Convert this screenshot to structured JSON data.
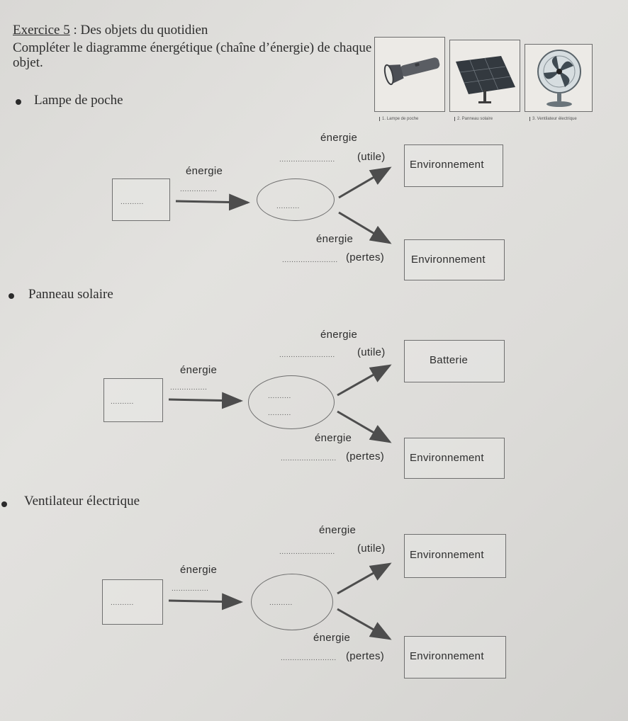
{
  "header": {
    "exercise_label": "Exercice 5",
    "exercise_title": " : Des objets du quotidien",
    "instruction": "Compléter le diagramme énergétique (chaîne d’énergie) de chaque objet."
  },
  "images": [
    {
      "icon": "flashlight-icon",
      "caption": "1. Lampe de poche"
    },
    {
      "icon": "solar-panel-icon",
      "caption": "2. Panneau solaire"
    },
    {
      "icon": "fan-icon",
      "caption": "3. Ventilateur électrique"
    }
  ],
  "diagrams": [
    {
      "label": "Lampe de poche",
      "input_energy": "énergie",
      "dots_short": "..........",
      "dots_mid": "................",
      "dots_long": "........................",
      "useful_top": "énergie",
      "useful_suffix": "(utile)",
      "useful_target": "Environnement",
      "losses_top": "énergie",
      "losses_suffix": "(pertes)",
      "losses_target": "Environnement"
    },
    {
      "label": "Panneau solaire",
      "input_energy": "énergie",
      "dots_short": "..........",
      "dots_mid": "................",
      "dots_long": "........................",
      "useful_top": "énergie",
      "useful_suffix": "(utile)",
      "useful_target": "Batterie",
      "losses_top": "énergie",
      "losses_suffix": "(pertes)",
      "losses_target": "Environnement"
    },
    {
      "label": "Ventilateur électrique",
      "input_energy": "énergie",
      "dots_short": "..........",
      "dots_mid": "................",
      "dots_long": "........................",
      "useful_top": "énergie",
      "useful_suffix": "(utile)",
      "useful_target": "Environnement",
      "losses_top": "énergie",
      "losses_suffix": "(pertes)",
      "losses_target": "Environnement"
    }
  ]
}
